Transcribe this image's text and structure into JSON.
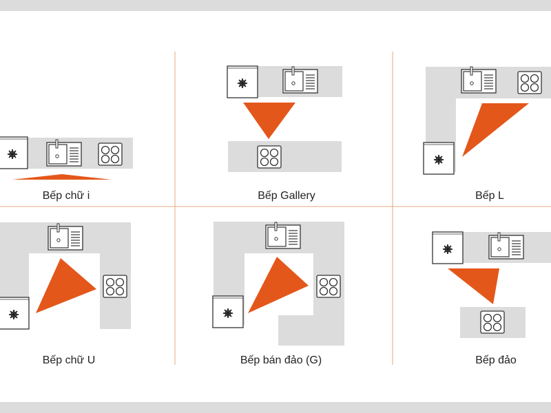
{
  "colors": {
    "triangle": "#e4571a",
    "counter": "#dcdcdc",
    "divider": "#e9a77c",
    "band": "#dcdcdc"
  },
  "layouts": [
    {
      "label": "Bếp chữ i"
    },
    {
      "label": "Bếp Gallery"
    },
    {
      "label": "Bếp L"
    },
    {
      "label": "Bếp chữ U"
    },
    {
      "label": "Bếp bán đảo (G)"
    },
    {
      "label": "Bếp đảo"
    }
  ]
}
